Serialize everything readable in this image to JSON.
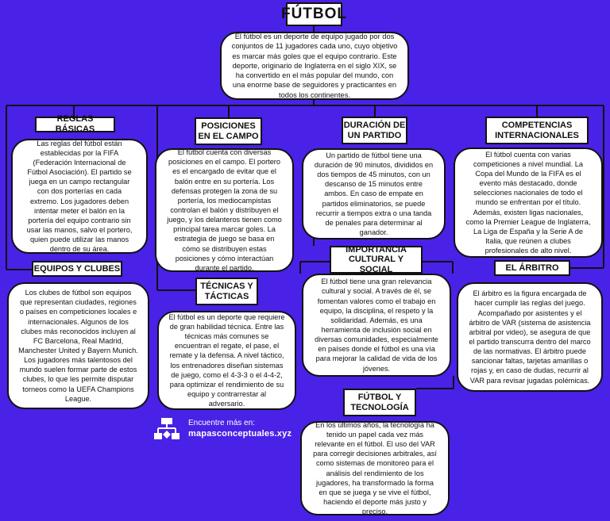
{
  "title": "FÚTBOL",
  "intro": "El fútbol es un deporte de equipo jugado por dos conjuntos de 11 jugadores cada uno, cuyo objetivo es marcar más goles que el equipo contrario. Este deporte, originario de Inglaterra en el siglo XIX, se ha convertido en el más popular del mundo, con una enorme base de seguidores y practicantes en todos los continentes.",
  "sections": {
    "reglas": {
      "title": "REGLAS BÁSICAS",
      "text": "Las reglas del fútbol están establecidas por la FIFA (Federación Internacional de Fútbol Asociación). El partido se juega en un campo rectangular con dos porterías en cada extremo. Los jugadores deben intentar meter el balón en la portería del equipo contrario sin usar las manos, salvo el portero, quien puede utilizar las manos dentro de su área."
    },
    "posiciones": {
      "title": "POSICIONES EN EL CAMPO",
      "text": "El fútbol cuenta con diversas posiciones en el campo. El portero es el encargado de evitar que el balón entre en su portería. Los defensas protegen la zona de su portería, los mediocampistas controlan el balón y distribuyen el juego, y los delanteros tienen como principal tarea marcar goles. La estrategia de juego se basa en cómo se distribuyen estas posiciones y cómo interactúan durante el partido."
    },
    "duracion": {
      "title": "DURACIÓN DE UN PARTIDO",
      "text": "Un partido de fútbol tiene una duración de 90 minutos, divididos en dos tiempos de 45 minutos, con un descanso de 15 minutos entre ambos. En caso de empate en partidos eliminatorios, se puede recurrir a tiempos extra o una tanda de penales para determinar al ganador."
    },
    "competencias": {
      "title": "COMPETENCIAS INTERNACIONALES",
      "text": "El fútbol cuenta con varias competiciones a nivel mundial. La Copa del Mundo de la FIFA es el evento más destacado, donde selecciones nacionales de todo el mundo se enfrentan por el título. Además, existen ligas nacionales, como la Premier League de Inglaterra, La Liga de España y la Serie A de Italia, que reúnen a clubes profesionales de alto nivel."
    },
    "equipos": {
      "title": "EQUIPOS Y CLUBES",
      "text": "Los clubes de fútbol son equipos que representan ciudades, regiones o países en competiciones locales e internacionales. Algunos de los clubes más reconocidos incluyen al FC Barcelona, Real Madrid, Manchester United y Bayern Munich. Los jugadores más talentosos del mundo suelen formar parte de estos clubes, lo que les permite disputar torneos como la UEFA Champions League."
    },
    "tecnicas": {
      "title": "TÉCNICAS Y TÁCTICAS",
      "text": "El fútbol es un deporte que requiere de gran habilidad técnica. Entre las técnicas más comunes se encuentran el regate, el pase, el remate y la defensa. A nivel táctico, los entrenadores diseñan sistemas de juego, como el 4-3-3 o el 4-4-2, para optimizar el rendimiento de su equipo y contrarrestar al adversario."
    },
    "importancia": {
      "title": "IMPORTANCIA CULTURAL Y SOCIAL",
      "text": "El fútbol tiene una gran relevancia cultural y social. A través de él, se fomentan valores como el trabajo en equipo, la disciplina, el respeto y la solidaridad. Además, es una herramienta de inclusión social en diversas comunidades, especialmente en países donde el fútbol es una vía para mejorar la calidad de vida de los jóvenes."
    },
    "arbitro": {
      "title": "EL ÁRBITRO",
      "text": "El árbitro es la figura encargada de hacer cumplir las reglas del juego. Acompañado por asistentes y el árbitro de VAR (sistema de asistencia arbitral por video), se asegura de que el partido transcurra dentro del marco de las normativas. El árbitro puede sancionar faltas, tarjetas amarillas o rojas y, en caso de dudas, recurrir al VAR para revisar jugadas polémicas."
    },
    "tecnologia": {
      "title": "FÚTBOL Y TECNOLOGÍA",
      "text": "En los últimos años, la tecnología ha tenido un papel cada vez más relevante en el fútbol. El uso del VAR para corregir decisiones arbitrales, así como sistemas de monitoreo para el análisis del rendimiento de los jugadores, ha transformado la forma en que se juega y se vive el fútbol, haciendo el deporte más justo y preciso."
    }
  },
  "footer": {
    "line1": "Encuentre más en:",
    "line2": "mapasconceptuales.xyz"
  },
  "colors": {
    "background": "#4a21e6",
    "box": "#ffffff",
    "border": "#111111"
  }
}
